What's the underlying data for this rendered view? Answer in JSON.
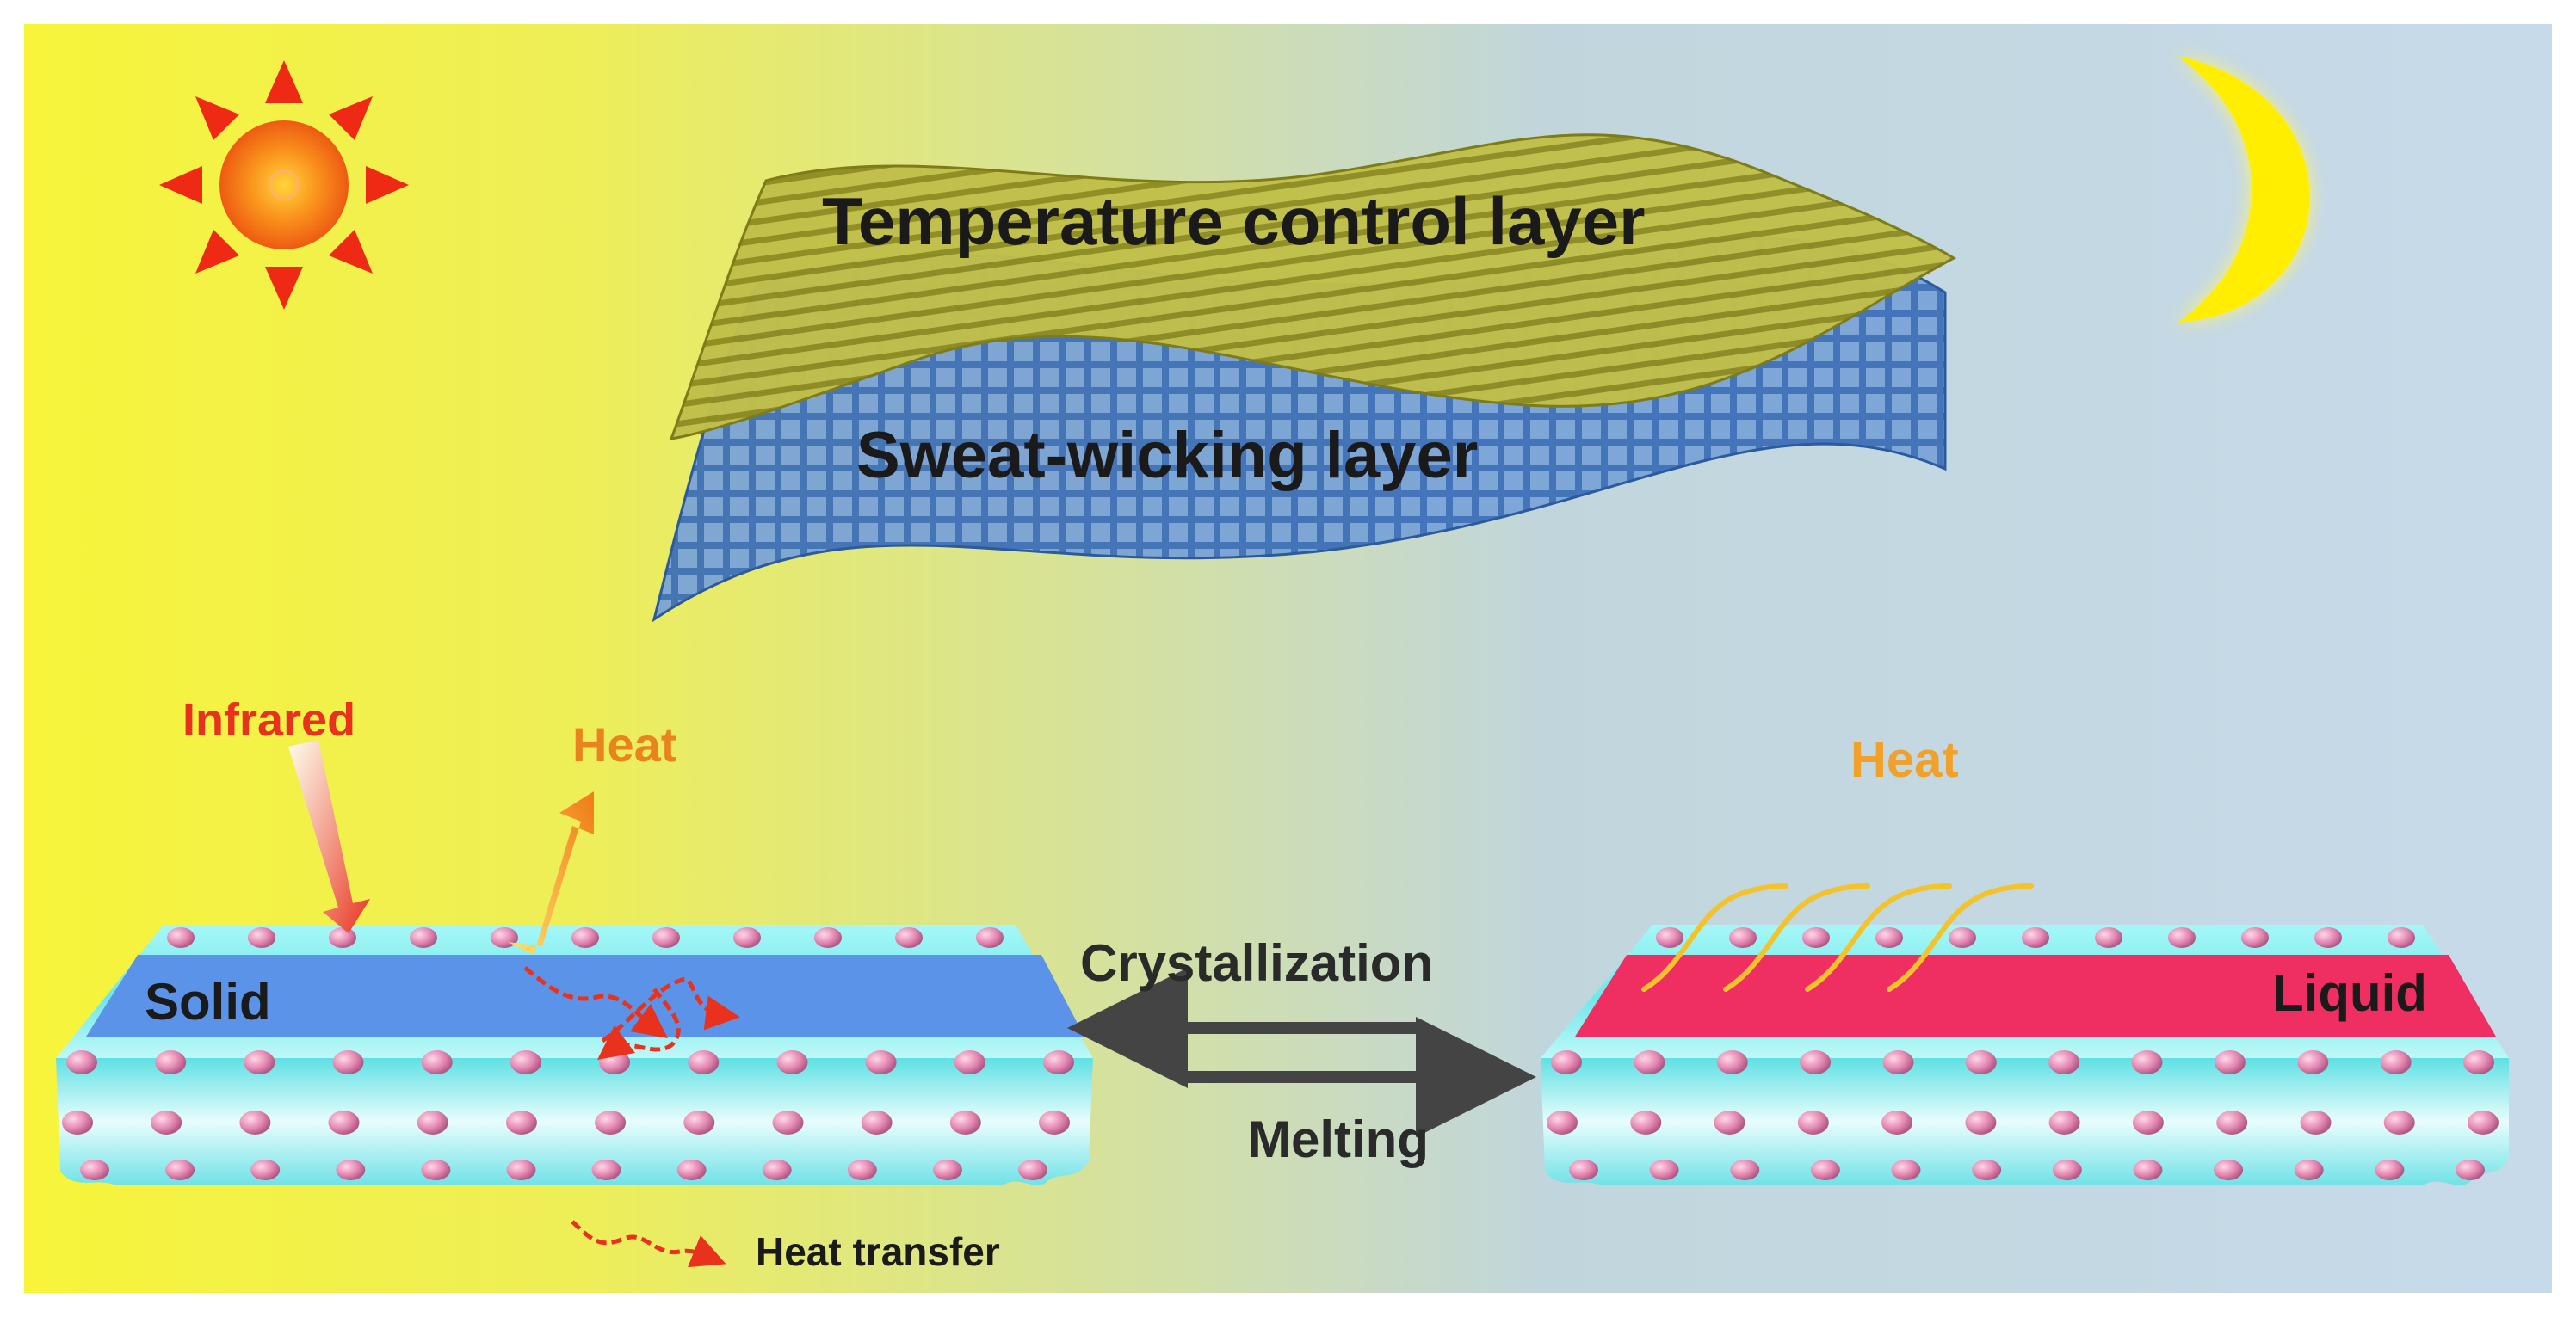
{
  "labels": {
    "temperature_layer": "Temperature control layer",
    "sweat_layer": "Sweat-wicking layer",
    "infrared": "Infrared",
    "heat_left": "Heat",
    "heat_right": "Heat",
    "solid": "Solid",
    "liquid": "Liquid",
    "crystallization": "Crystallization",
    "melting": "Melting",
    "heat_transfer": "Heat transfer"
  },
  "icons": {
    "day": "sun-icon",
    "night": "moon-icon"
  },
  "colors": {
    "day_background": "#f7f43a",
    "night_background": "#c4d8ec",
    "temperature_layer": "#b4b23c",
    "sweat_layer": "#4d7fc4",
    "solid_core": "#5a93e8",
    "liquid_core": "#ef2f62",
    "shell": "#7ef0f0",
    "bead": "#e58ab4",
    "infrared": "#e8321e",
    "heat": "#f0a12a",
    "process_arrow": "#444444"
  }
}
